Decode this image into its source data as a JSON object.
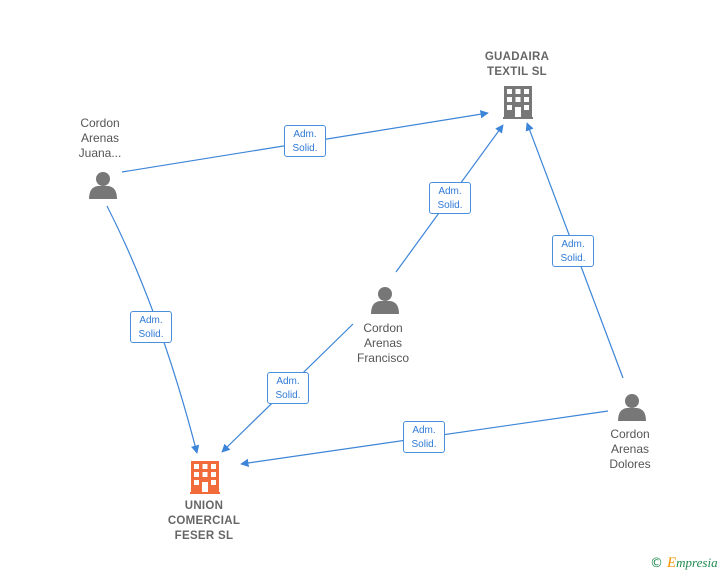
{
  "nodes": {
    "guadaira": {
      "type": "company",
      "lines": [
        "GUADAIRA",
        "TEXTIL  SL"
      ],
      "color": "#777777"
    },
    "union": {
      "type": "company",
      "lines": [
        "UNION",
        "COMERCIAL",
        "FESER  SL"
      ],
      "color": "#f26b3a"
    },
    "juana": {
      "type": "person",
      "lines": [
        "Cordon",
        "Arenas",
        "Juana..."
      ],
      "color": "#777777"
    },
    "francisco": {
      "type": "person",
      "lines": [
        "Cordon",
        "Arenas",
        "Francisco"
      ],
      "color": "#777777"
    },
    "dolores": {
      "type": "person",
      "lines": [
        "Cordon",
        "Arenas",
        "Dolores"
      ],
      "color": "#777777"
    }
  },
  "edges": [
    {
      "from": "juana",
      "to": "guadaira",
      "label": [
        "Adm.",
        "Solid."
      ]
    },
    {
      "from": "francisco",
      "to": "guadaira",
      "label": [
        "Adm.",
        "Solid."
      ]
    },
    {
      "from": "dolores",
      "to": "guadaira",
      "label": [
        "Adm.",
        "Solid."
      ]
    },
    {
      "from": "juana",
      "to": "union",
      "label": [
        "Adm.",
        "Solid."
      ]
    },
    {
      "from": "francisco",
      "to": "union",
      "label": [
        "Adm.",
        "Solid."
      ]
    },
    {
      "from": "dolores",
      "to": "union",
      "label": [
        "Adm.",
        "Solid."
      ]
    }
  ],
  "edge_color": "#3d85d8",
  "watermark": {
    "symbol": "©",
    "initial": "E",
    "rest": "mpresia"
  }
}
